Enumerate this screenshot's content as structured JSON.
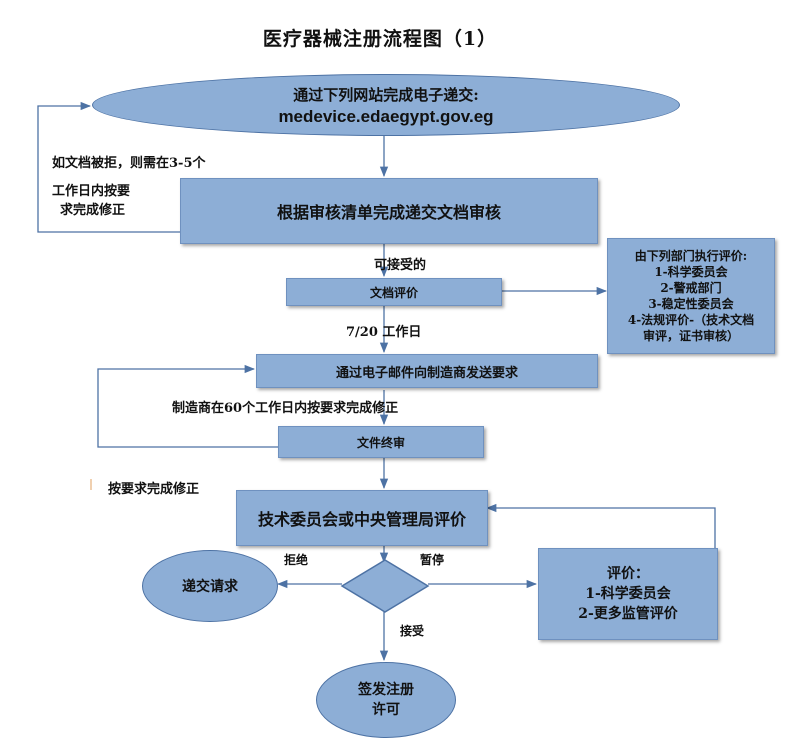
{
  "title": "医疗器械注册流程图（1）",
  "nodes": {
    "submit_online": {
      "line1": "通过下列网站完成电子递交:",
      "line2": "medevice.edaegypt.gov.eg"
    },
    "review_checklist": "根据审核清单完成递交文档审核",
    "doc_eval": "文档评价",
    "dept_eval": [
      "由下列部门执行评价:",
      "1-科学委员会",
      "2-警戒部门",
      "3-稳定性委员会",
      "4-法规评价-（技术文档",
      "审评，证书审核）"
    ],
    "email_request": "通过电子邮件向制造商发送要求",
    "final_review": "文件终审",
    "committee_eval": "技术委员会或中央管理局评价",
    "submit_request": "递交请求",
    "eval_box": [
      "评价：",
      "1-科学委员会",
      "2-更多监管评价"
    ],
    "issue_license": [
      "签发注册",
      "许可"
    ]
  },
  "labels": {
    "rejected_fix_line1": "如文档被拒，则需在3-5个",
    "rejected_fix_line2": "工作日内按要",
    "rejected_fix_line3": "求完成修正",
    "acceptable": "可接受的",
    "workdays": "7/20 工作日",
    "manufacturer_fix": "制造商在60个工作日内按要求完成修正",
    "fix_as_required": "按要求完成修正",
    "reject": "拒绝",
    "pause": "暂停",
    "accept": "接受"
  },
  "colors": {
    "fill": "#8daed6",
    "line": "#4d72a4"
  }
}
